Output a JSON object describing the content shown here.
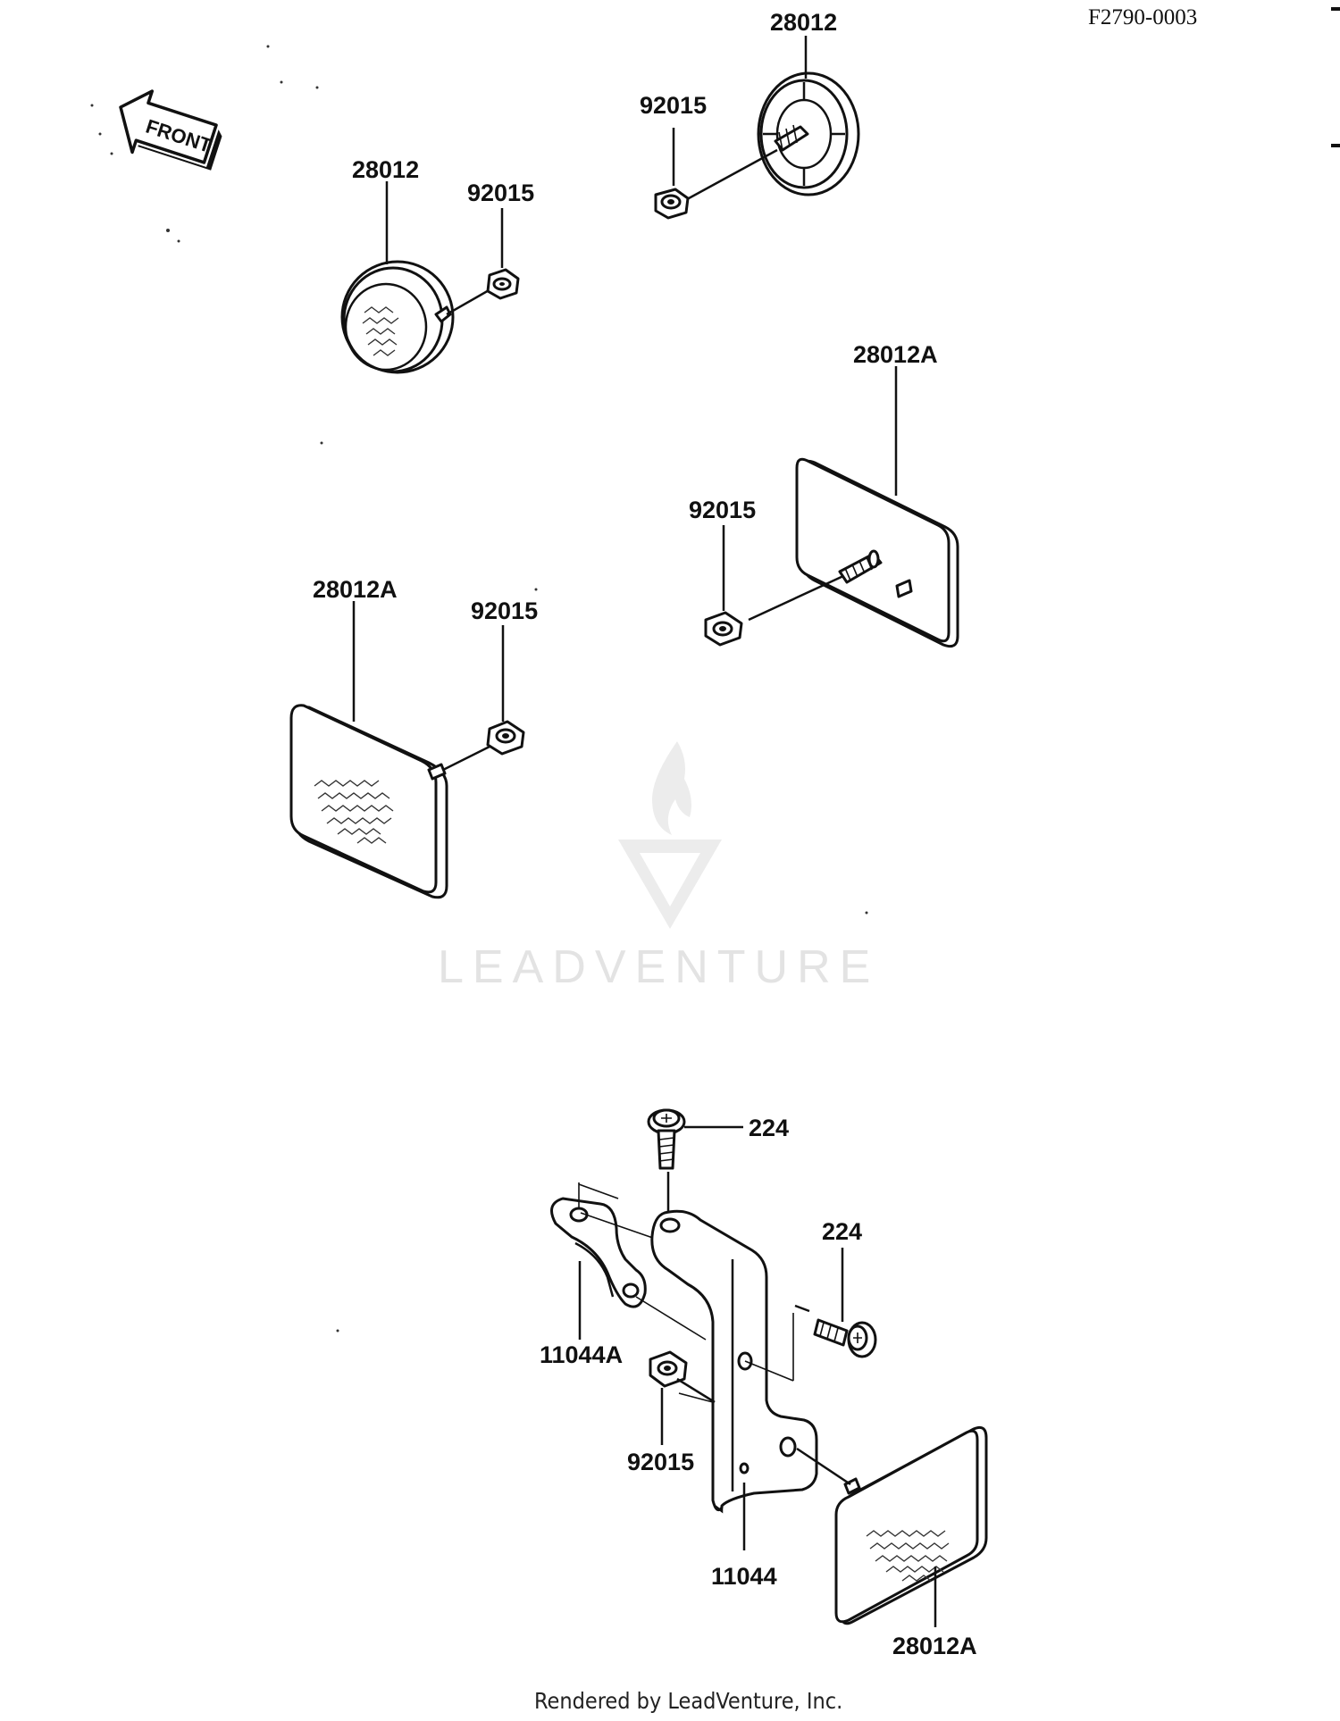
{
  "diagram": {
    "reference_code": "F2790-0003",
    "front_label": "FRONT",
    "footer": "Rendered by LeadVenture, Inc.",
    "watermark": "LEADVENTURE",
    "callouts": {
      "round_reflector_rear": "28012",
      "nut_rear": "92015",
      "round_reflector_front": "28012",
      "nut_front": "92015",
      "rect_reflector_right": "28012A",
      "nut_right": "92015",
      "rect_reflector_left": "28012A",
      "nut_left": "92015",
      "bolt_top": "224",
      "bolt_side": "224",
      "clamp": "11044A",
      "nut_bracket": "92015",
      "bracket": "11044",
      "rect_reflector_bracket": "28012A"
    }
  }
}
